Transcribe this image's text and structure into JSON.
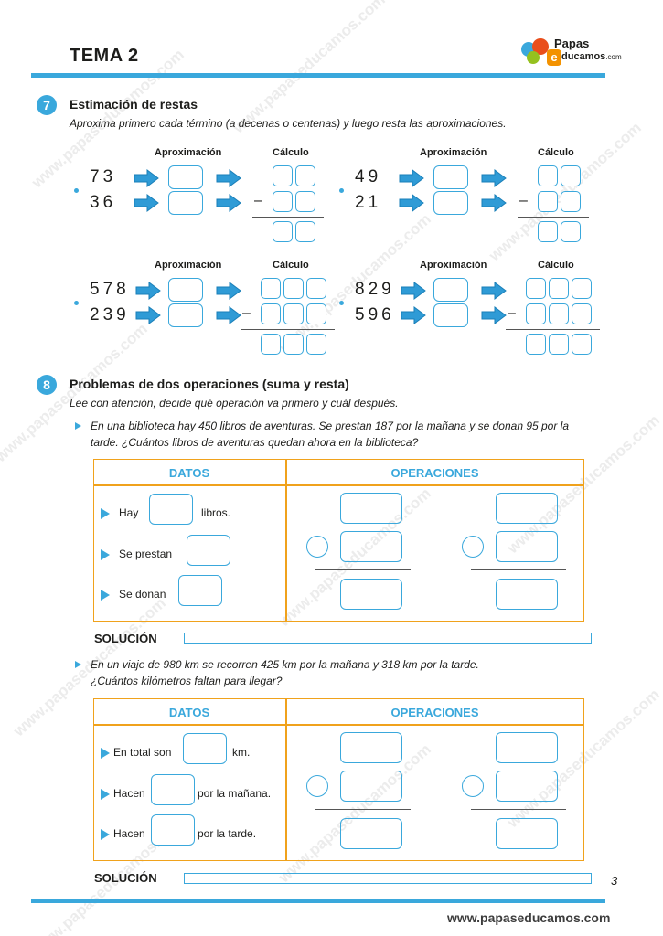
{
  "header": {
    "tema": "TEMA 2",
    "logo_line1": "Papas",
    "logo_e": "e",
    "logo_line2": "ducamos",
    "logo_com": ".com"
  },
  "watermark": "www.papaseducamos.com",
  "ex7": {
    "number": "7",
    "title": "Estimación de restas",
    "instruction": "Aproxima primero cada término (a decenas o centenas) y luego resta las aproximaciones.",
    "col_approx": "Aproximación",
    "col_calc": "Cálculo",
    "minus": "–",
    "items": [
      {
        "a": "73",
        "b": "36"
      },
      {
        "a": "49",
        "b": "21"
      },
      {
        "a": "578",
        "b": "239"
      },
      {
        "a": "829",
        "b": "596"
      }
    ]
  },
  "ex8": {
    "number": "8",
    "title": "Problemas de dos operaciones (suma y resta)",
    "instruction": "Lee con atención, decide qué operación va primero y cuál después.",
    "datos": "DATOS",
    "operaciones": "OPERACIONES",
    "solucion": "SOLUCIÓN",
    "problems": [
      {
        "text_line1": "En una biblioteca hay 450 libros de aventuras. Se prestan 187 por la mañana y se donan 95 por la",
        "text_line2": "tarde. ¿Cuántos libros de aventuras quedan ahora en la biblioteca?",
        "rows": [
          {
            "before": "Hay",
            "after": "libros."
          },
          {
            "before": "Se prestan",
            "after": ""
          },
          {
            "before": "Se donan",
            "after": ""
          }
        ]
      },
      {
        "text_line1": "En un viaje de 980 km se recorren 425 km por la mañana y 318 km por la tarde.",
        "text_line2": "¿Cuántos kilómetros faltan para llegar?",
        "rows": [
          {
            "before": "En total son",
            "after": "km."
          },
          {
            "before": "Hacen",
            "after": "por la mañana."
          },
          {
            "before": "Hacen",
            "after": "por la tarde."
          }
        ]
      }
    ]
  },
  "footer": {
    "page": "3",
    "url": "www.papaseducamos.com"
  },
  "colors": {
    "accent": "#3aa8dc",
    "table_border": "#f0a21c"
  }
}
